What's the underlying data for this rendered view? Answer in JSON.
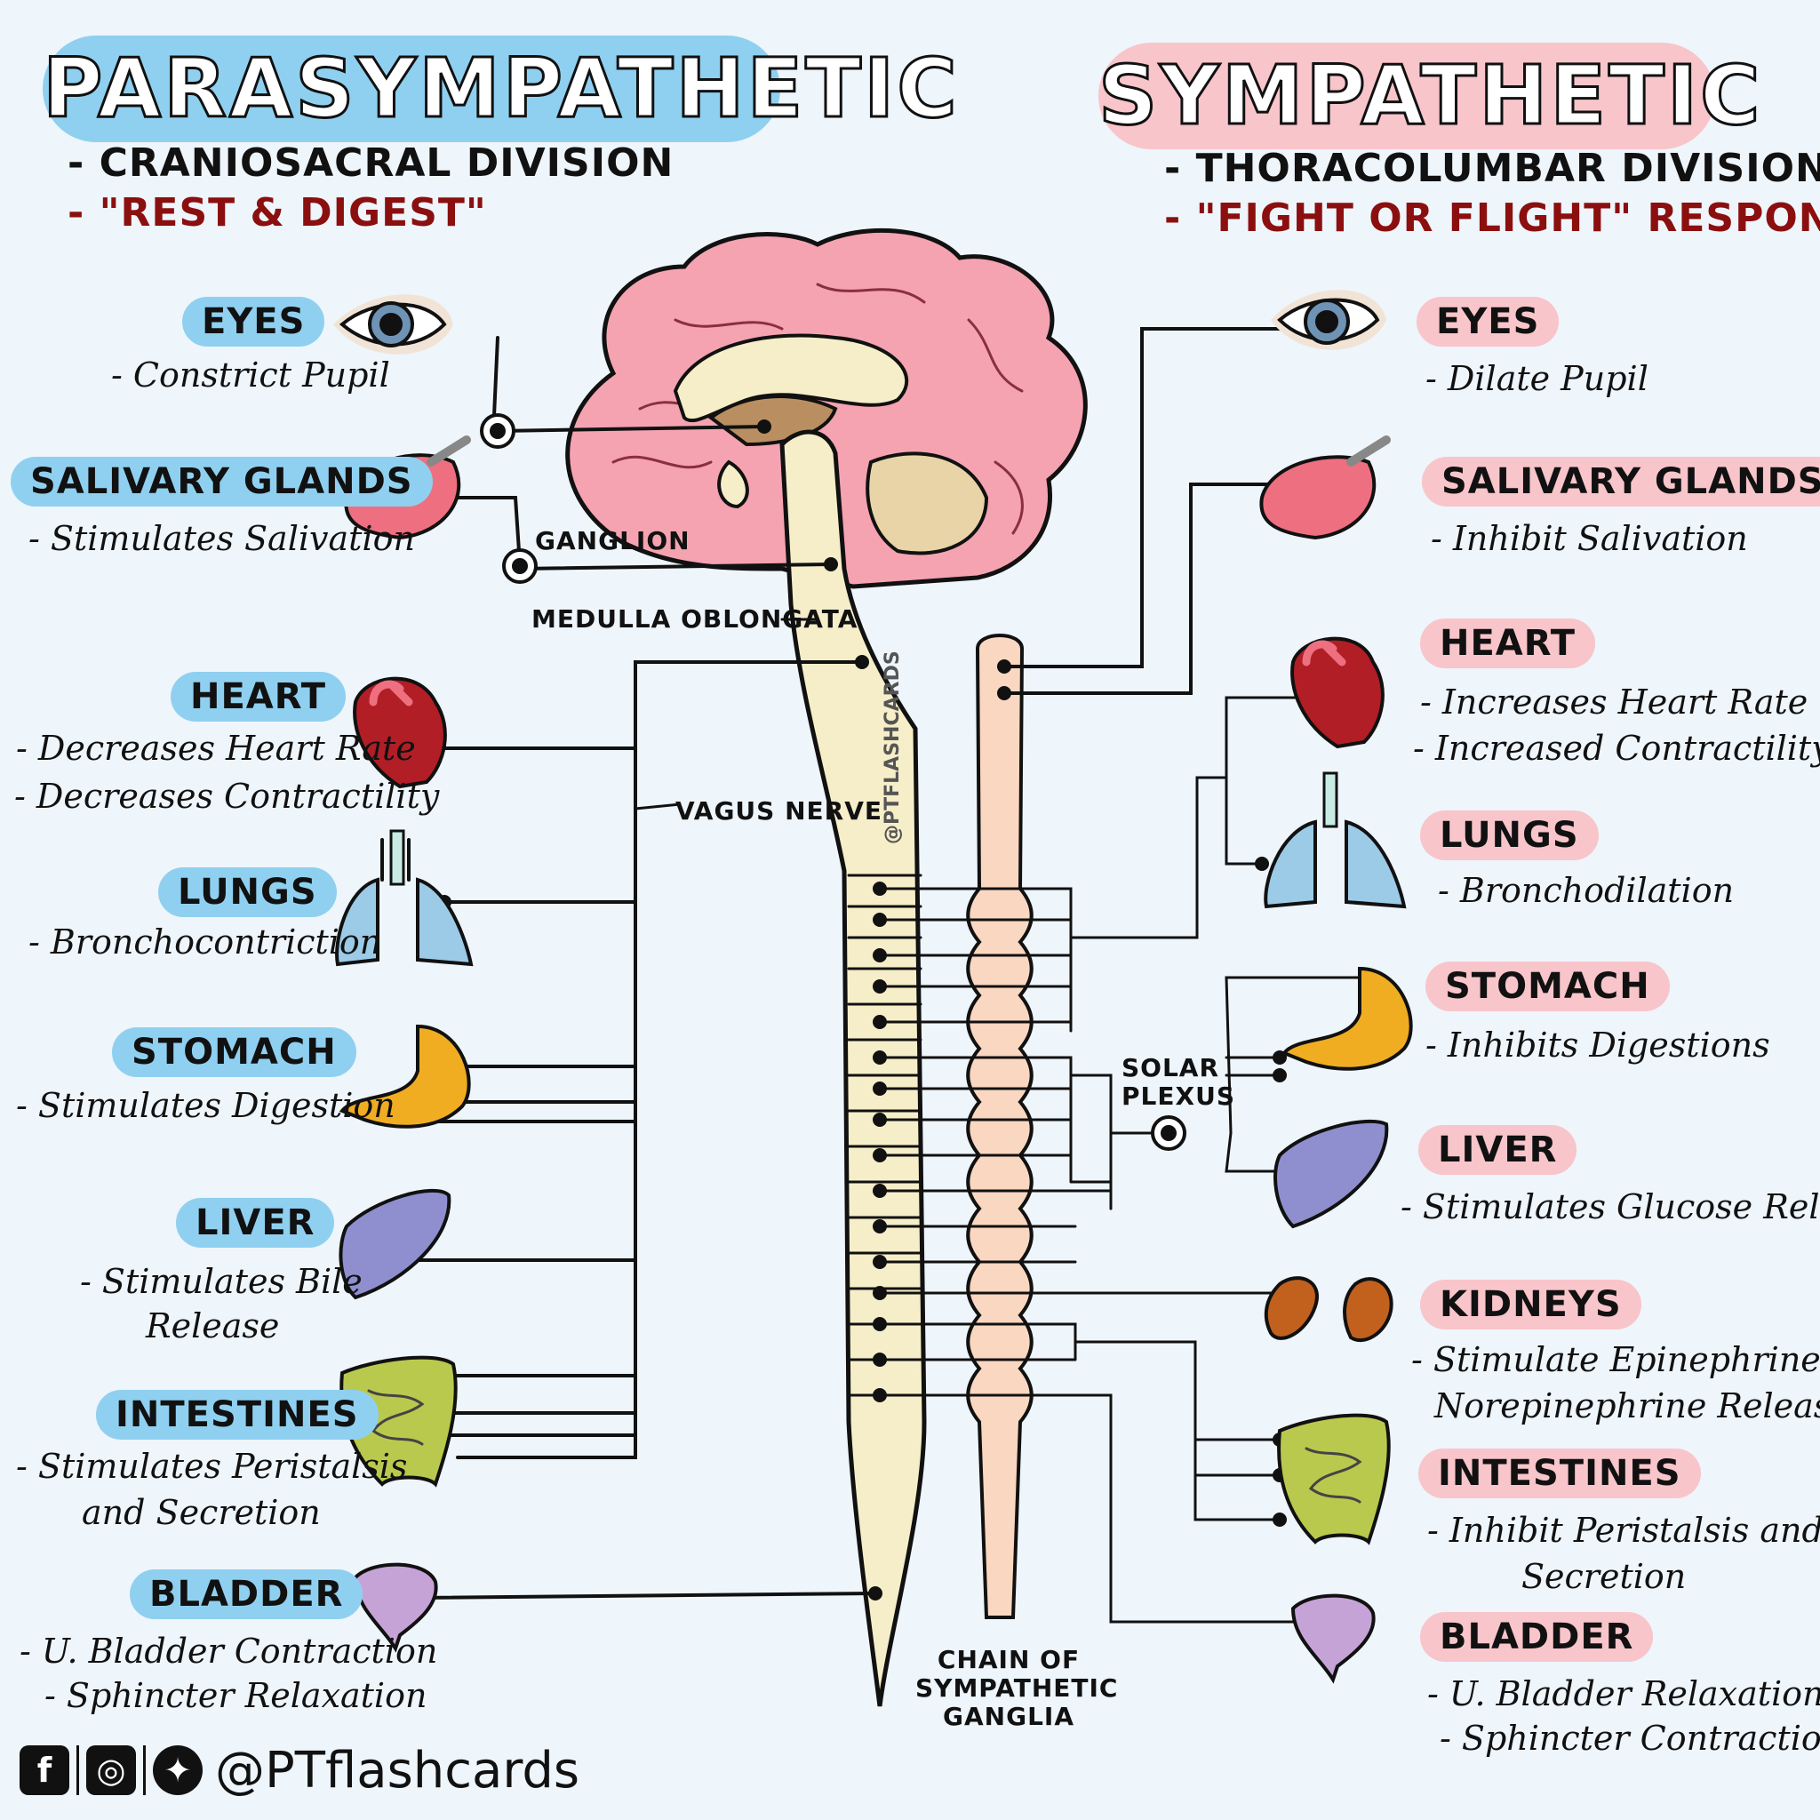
{
  "left": {
    "title": "PARASYMPATHETIC",
    "subtitle1": "- CRANIOSACRAL DIVISION",
    "subtitle2": "- \"REST & DIGEST\"",
    "organs": {
      "eyes": {
        "name": "EYES",
        "desc": [
          "- Constrict Pupil"
        ]
      },
      "salivary": {
        "name": "SALIVARY GLANDS",
        "desc": [
          "- Stimulates Salivation"
        ]
      },
      "heart": {
        "name": "HEART",
        "desc": [
          "- Decreases Heart Rate",
          "- Decreases Contractility"
        ]
      },
      "lungs": {
        "name": "LUNGS",
        "desc": [
          "- Bronchocontriction"
        ]
      },
      "stomach": {
        "name": "STOMACH",
        "desc": [
          "- Stimulates Digestion"
        ]
      },
      "liver": {
        "name": "LIVER",
        "desc": [
          "- Stimulates Bile",
          "Release"
        ]
      },
      "intestines": {
        "name": "INTESTINES",
        "desc": [
          "- Stimulates Peristalsis",
          "and Secretion"
        ]
      },
      "bladder": {
        "name": "BLADDER",
        "desc": [
          "- U. Bladder Contraction",
          "- Sphincter Relaxation"
        ]
      }
    }
  },
  "right": {
    "title": "SYMPATHETIC",
    "subtitle1": "- THORACOLUMBAR DIVISION",
    "subtitle2": "- \"FIGHT OR FLIGHT\" RESPONSE",
    "organs": {
      "eyes": {
        "name": "EYES",
        "desc": [
          "- Dilate Pupil"
        ]
      },
      "salivary": {
        "name": "SALIVARY GLANDS",
        "desc": [
          "- Inhibit Salivation"
        ]
      },
      "heart": {
        "name": "HEART",
        "desc": [
          "- Increases Heart Rate",
          "- Increased Contractility"
        ]
      },
      "lungs": {
        "name": "LUNGS",
        "desc": [
          "- Bronchodilation"
        ]
      },
      "stomach": {
        "name": "STOMACH",
        "desc": [
          "- Inhibits Digestions"
        ]
      },
      "liver": {
        "name": "LIVER",
        "desc": [
          "- Stimulates Glucose Release"
        ]
      },
      "kidneys": {
        "name": "KIDNEYS",
        "desc": [
          "- Stimulate Epinephrine and",
          "Norepinephrine Release"
        ]
      },
      "intestines": {
        "name": "INTESTINES",
        "desc": [
          "- Inhibit Peristalsis and",
          "Secretion"
        ]
      },
      "bladder": {
        "name": "BLADDER",
        "desc": [
          "- U. Bladder Relaxation",
          "- Sphincter Contraction"
        ]
      }
    }
  },
  "labels": {
    "ganglion": "GANGLION",
    "medulla": "MEDULLA OBLONGATA",
    "vagus": "VAGUS NERVE",
    "solar": [
      "SOLAR",
      "PLEXUS"
    ],
    "chain": [
      "CHAIN OF",
      "SYMPATHETIC",
      "GANGLIA"
    ],
    "watermark": "@PTFLASHCARDS"
  },
  "footer": {
    "handle": "@PTflashcards",
    "icons": [
      "facebook-icon",
      "instagram-icon",
      "twitter-icon"
    ]
  },
  "colors": {
    "parasympathetic": "#8fd0f0",
    "sympathetic": "#f8c5cb",
    "accent_red": "#8b0f0f",
    "background": "#eef5fb"
  }
}
